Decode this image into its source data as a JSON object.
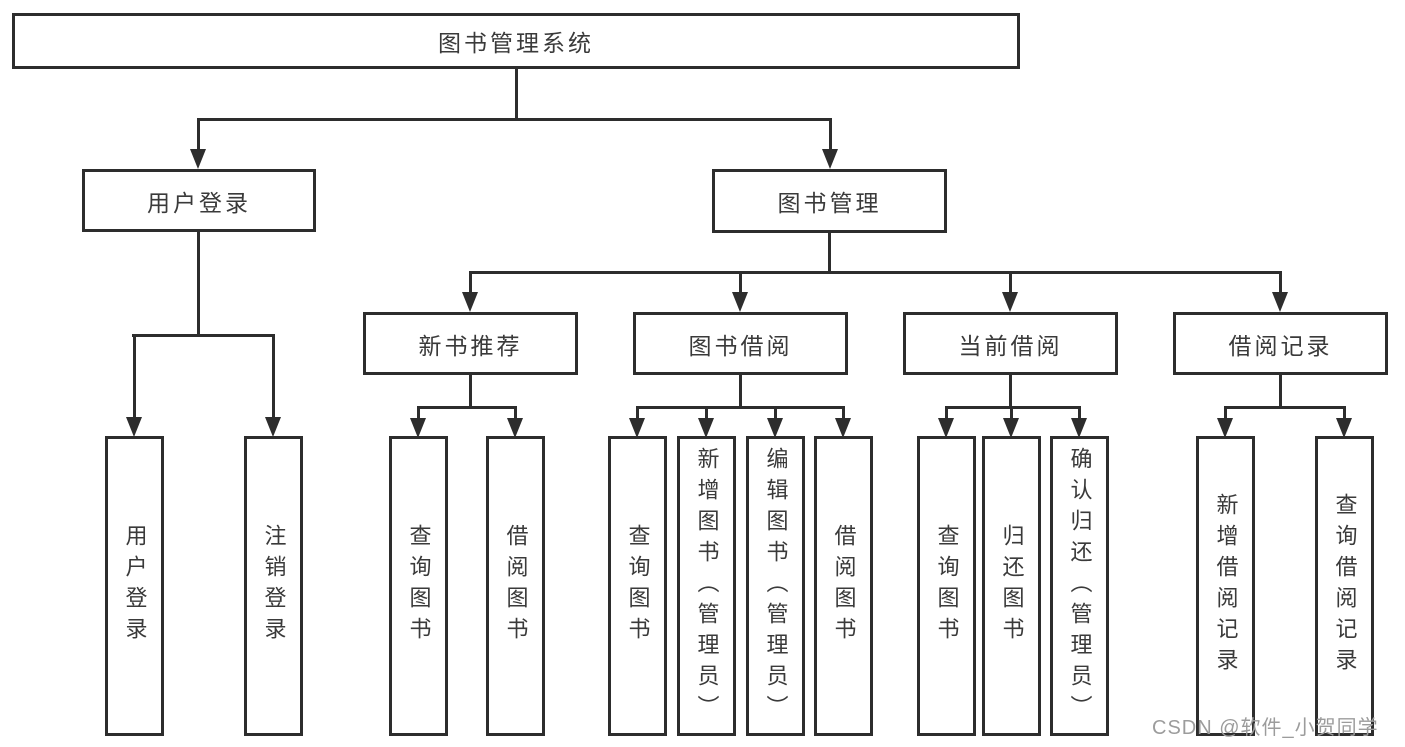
{
  "diagram": {
    "root": {
      "label": "图书管理系统"
    },
    "level2": [
      {
        "label": "用户登录"
      },
      {
        "label": "图书管理"
      }
    ],
    "level3": [
      {
        "label": "新书推荐"
      },
      {
        "label": "图书借阅"
      },
      {
        "label": "当前借阅"
      },
      {
        "label": "借阅记录"
      }
    ],
    "leaves": {
      "user_login": [
        "用户登录",
        "注销登录"
      ],
      "new_book_recommend": [
        "查询图书",
        "借阅图书"
      ],
      "book_borrowing": [
        "查询图书",
        "新增图书（管理员）",
        "编辑图书（管理员）",
        "借阅图书"
      ],
      "current_borrowing": [
        "查询图书",
        "归还图书",
        "确认归还（管理员）"
      ],
      "borrowing_records": [
        "新增借阅记录",
        "查询借阅记录"
      ]
    }
  },
  "colors": {
    "line": "#2d2d2d",
    "text": "#3a3a3a",
    "watermark": "#9c9c9c",
    "background": "#ffffff"
  },
  "watermark": {
    "text": "CSDN @软件_小贺同学"
  }
}
